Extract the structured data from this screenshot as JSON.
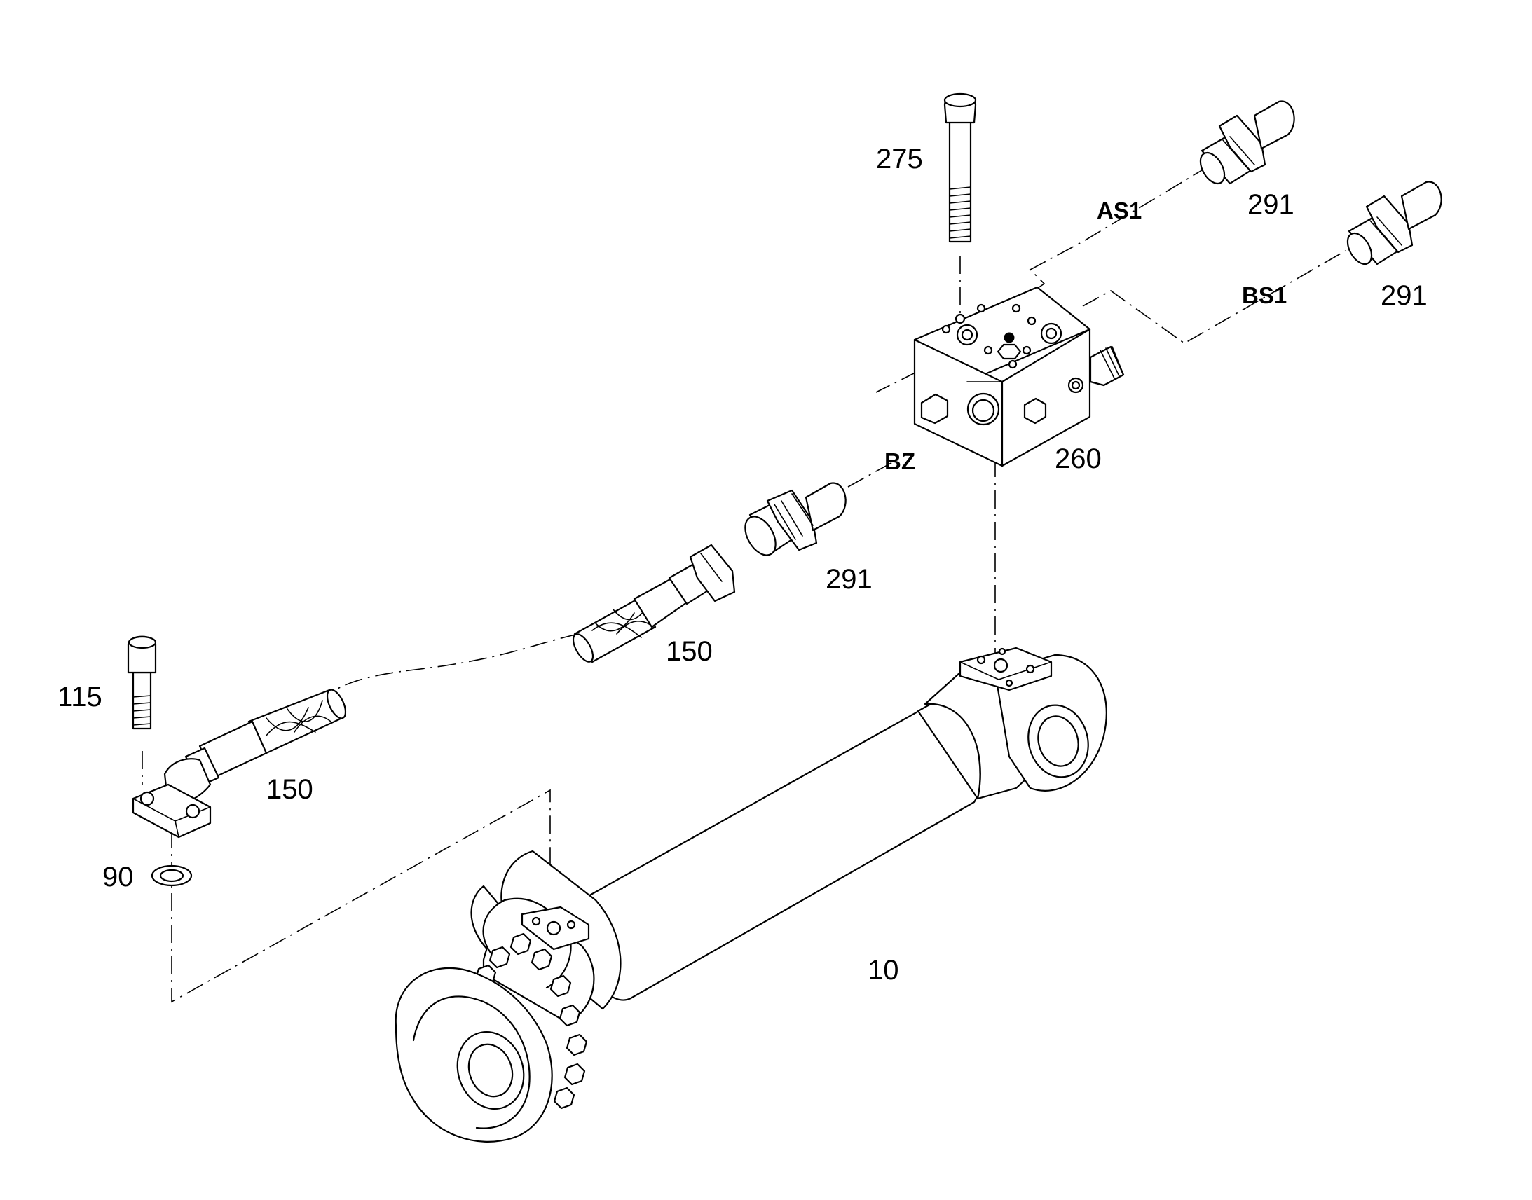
{
  "diagram": {
    "callouts": {
      "bolt_top": "275",
      "fitting_as1": "291",
      "fitting_bs1": "291",
      "fitting_bz": "291",
      "valve_block": "260",
      "hose_upper": "150",
      "hose_lower": "150",
      "cap_screw": "115",
      "seal_ring": "90",
      "cylinder": "10"
    },
    "port_labels": {
      "as1": "AS1",
      "bs1": "BS1",
      "bz": "BZ"
    }
  },
  "colors": {
    "line": "#000000",
    "background": "#ffffff"
  }
}
